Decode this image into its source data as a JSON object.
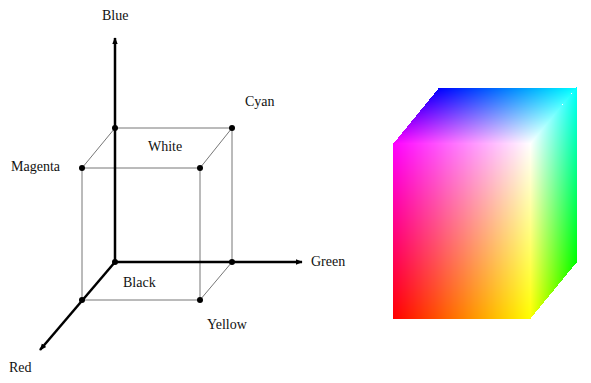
{
  "diagram": {
    "labels": [
      "Blue",
      "Cyan",
      "White",
      "Magenta",
      "Green",
      "Black",
      "Yellow",
      "Red"
    ]
  }
}
